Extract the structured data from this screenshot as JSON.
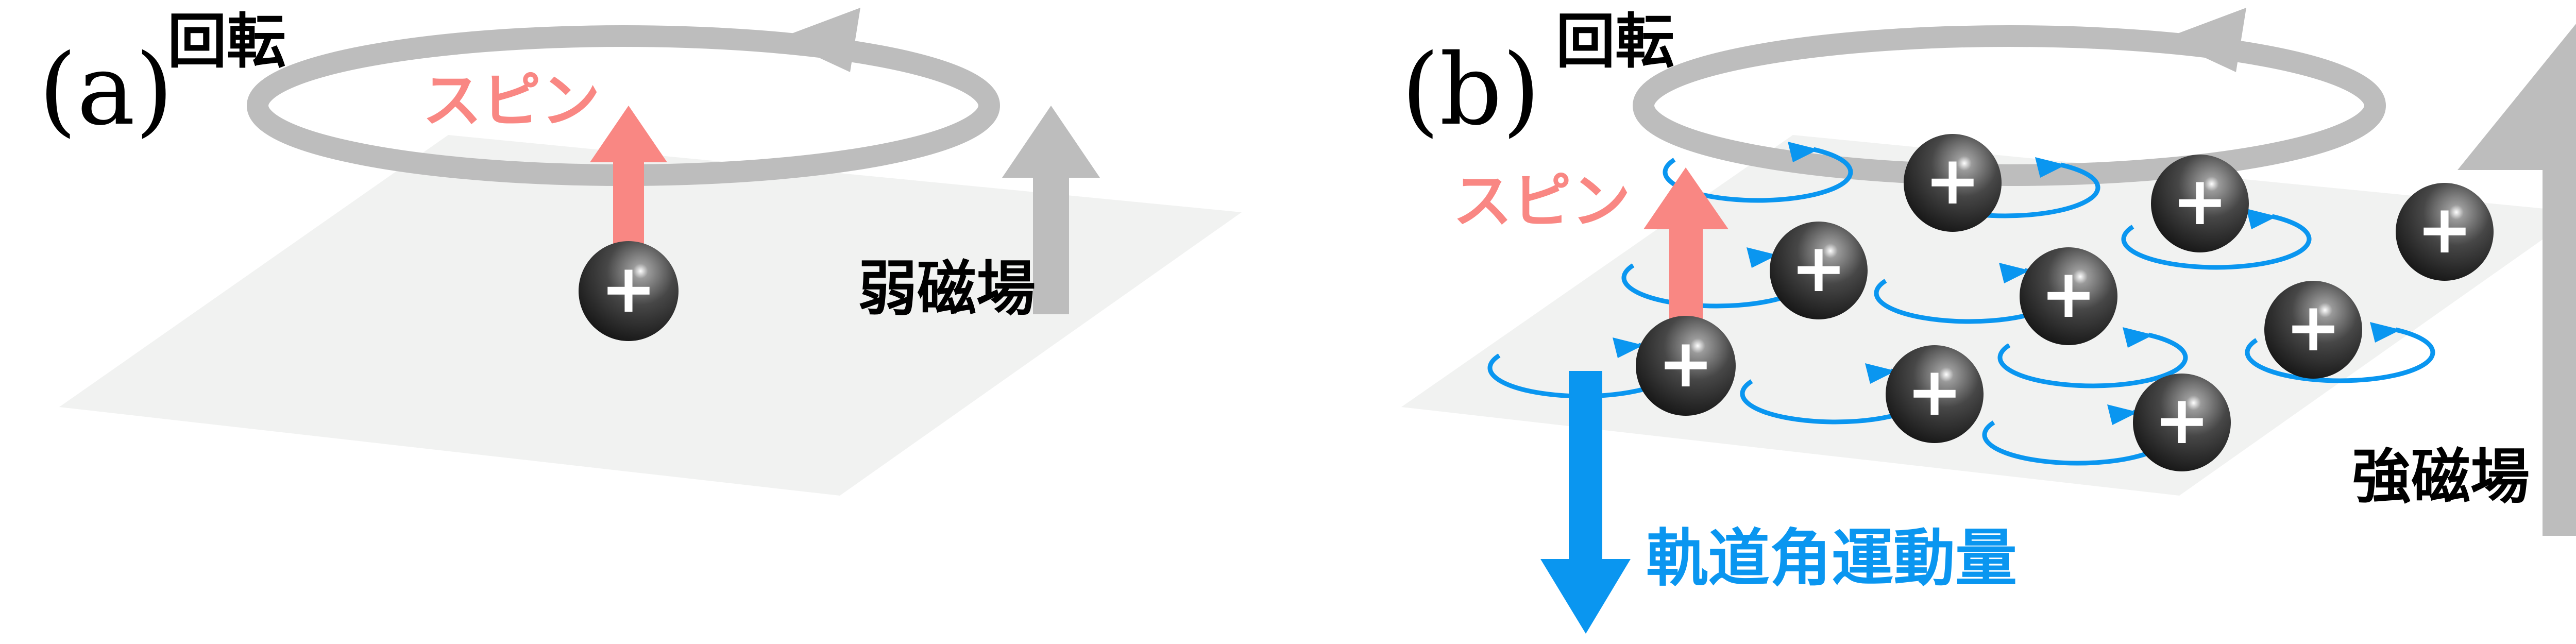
{
  "panels": [
    {
      "id": "a",
      "label": "(a)",
      "rotation_label": "回転",
      "spin_label": "スピン",
      "field_label": "弱磁場"
    },
    {
      "id": "b",
      "label": "(b)",
      "rotation_label": "回転",
      "spin_label": "スピン",
      "field_label": "強磁場",
      "orbital_label": "軌道角運動量"
    }
  ],
  "particle_symbol": "+",
  "colors": {
    "spin": "#f98783",
    "rotation": "#bdbdbd",
    "field": "#bdbdbd",
    "orbital": "#0a96f0",
    "plane": "#f1f2f1",
    "particle": "#3a3a3a",
    "text": "#000000"
  }
}
